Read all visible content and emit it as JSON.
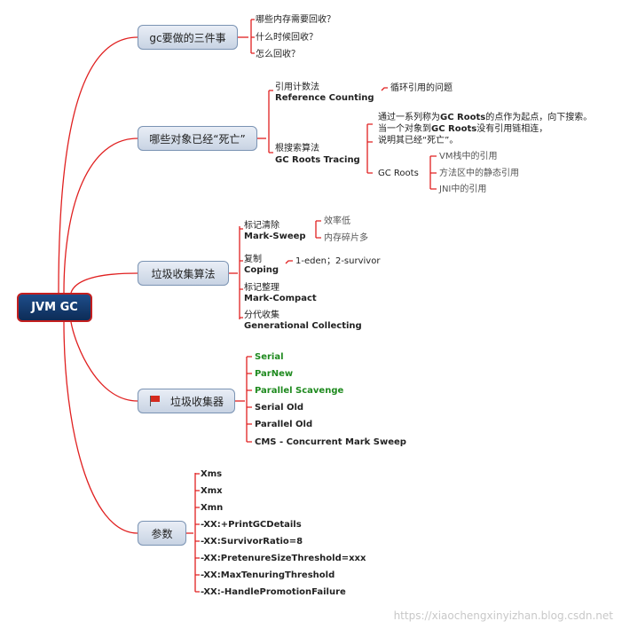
{
  "root": {
    "label": "JVM GC"
  },
  "branches": {
    "what_to_collect": {
      "label": "gc要做的三件事",
      "children": [
        "哪些内存需要回收？",
        "什么时候回收？",
        "怎么回收？"
      ]
    },
    "dead_objects": {
      "label": "哪些对象已经“死亡”",
      "ref_counting_cn": "引用计数法",
      "ref_counting_en": "Reference Counting",
      "ref_counting_note": "循环引用的问题",
      "root_tracing_cn": "根搜索算法",
      "root_tracing_en": "GC Roots Tracing",
      "desc_line1_a": "通过一系列称为",
      "desc_line1_b": "GC Roots",
      "desc_line1_c": "的点作为起点，向下搜索。",
      "desc_line2_a": "当一个对象到",
      "desc_line2_b": "GC Roots",
      "desc_line2_c": "没有引用链相连，",
      "desc_line3": "说明其已经“死亡”。",
      "gc_roots_label": "GC Roots",
      "gc_roots_items": [
        "VM栈中的引用",
        "方法区中的静态引用",
        "JNI中的引用"
      ]
    },
    "algorithms": {
      "label": "垃圾收集算法",
      "mark_sweep_cn": "标记清除",
      "mark_sweep_en": "Mark-Sweep",
      "mark_sweep_notes": [
        "效率低",
        "内存碎片多"
      ],
      "coping_cn": "复制",
      "coping_en": "Coping",
      "coping_note": "1-eden；2-survivor",
      "mark_compact_cn": "标记整理",
      "mark_compact_en": "Mark-Compact",
      "generational_cn": "分代收集",
      "generational_en": "Generational Collecting"
    },
    "collectors": {
      "label": "垃圾收集器",
      "icon": "red-flag",
      "items": [
        {
          "label": "Serial",
          "color": "#1f8a1f"
        },
        {
          "label": "ParNew",
          "color": "#1f8a1f"
        },
        {
          "label": "Parallel Scavenge",
          "color": "#1f8a1f"
        },
        {
          "label": "Serial Old",
          "color": "#222222"
        },
        {
          "label": "Parallel Old",
          "color": "#222222"
        },
        {
          "label": "CMS - Concurrent Mark Sweep",
          "color": "#222222"
        }
      ]
    },
    "params": {
      "label": "参数",
      "items": [
        "Xms",
        "Xmx",
        "Xmn",
        "-XX:+PrintGCDetails",
        "-XX:SurvivorRatio=8",
        "-XX:PretenureSizeThreshold=xxx",
        "-XX:MaxTenuringThreshold",
        "-XX:-HandlePromotionFailure"
      ]
    }
  },
  "watermark": "https://xiaochengxinyizhan.blog.csdn.net",
  "colors": {
    "connector": "#e02020",
    "root_fill": "#12386b",
    "root_border": "#c41f1f",
    "node_border": "#7a93b3",
    "green_text": "#1f8a1f"
  }
}
